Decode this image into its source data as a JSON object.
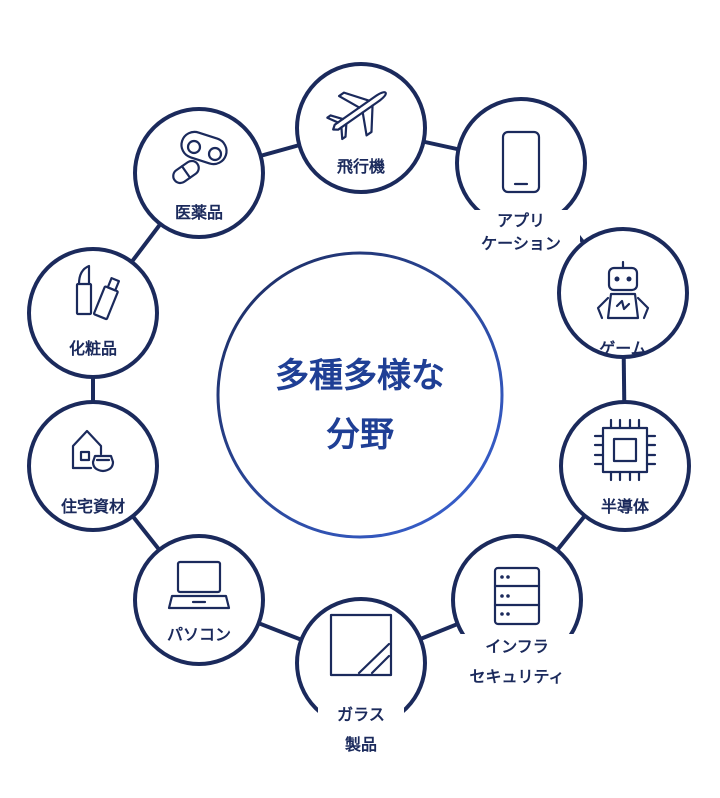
{
  "colors": {
    "stroke": "#1b2a5c",
    "accent": "#1f3f95",
    "background": "#ffffff"
  },
  "center": {
    "line1": "多種多様な",
    "line2": "分野"
  },
  "nodes": {
    "aircraft": {
      "line1": "飛行機",
      "line2": "",
      "icon": "airplane-icon"
    },
    "application": {
      "line1": "アプリ",
      "line2": "ケーション",
      "icon": "smartphone-icon"
    },
    "game": {
      "line1": "ゲーム",
      "line2": "",
      "icon": "robot-icon"
    },
    "semiconductor": {
      "line1": "半導体",
      "line2": "",
      "icon": "chip-icon"
    },
    "infrastructure": {
      "line1": "インフラ",
      "line2": "セキュリティ",
      "icon": "server-icon"
    },
    "glass": {
      "line1": "ガラス",
      "line2": "製品",
      "icon": "glass-pane-icon"
    },
    "pc": {
      "line1": "パソコン",
      "line2": "",
      "icon": "laptop-icon"
    },
    "housing": {
      "line1": "住宅資材",
      "line2": "",
      "icon": "house-icon"
    },
    "cosmetics": {
      "line1": "化粧品",
      "line2": "",
      "icon": "cosmetics-icon"
    },
    "pharma": {
      "line1": "医薬品",
      "line2": "",
      "icon": "pills-icon"
    }
  }
}
